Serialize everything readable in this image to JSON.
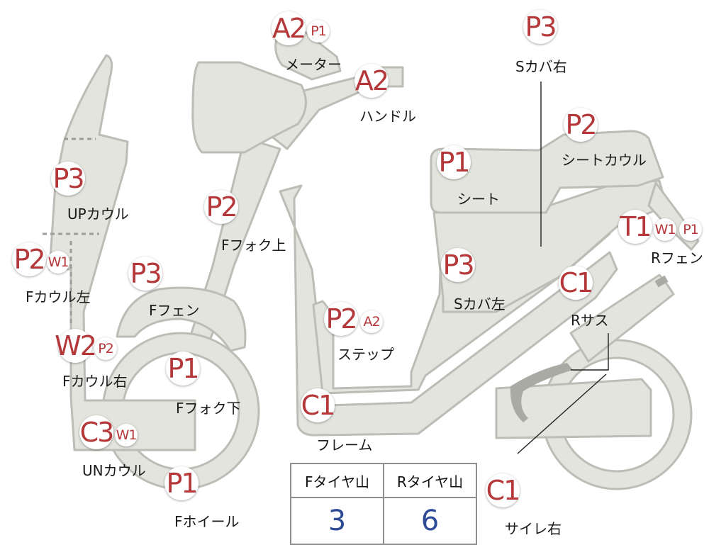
{
  "parts": {
    "meter": {
      "label": "メーター",
      "codes": [
        "A2",
        "P1"
      ]
    },
    "handle": {
      "label": "ハンドル",
      "codes": [
        "A2"
      ]
    },
    "s_cover_right": {
      "label": "Sカバ右",
      "codes": [
        "P3"
      ]
    },
    "seat_cowl": {
      "label": "シートカウル",
      "codes": [
        "P2"
      ]
    },
    "seat": {
      "label": "シート",
      "codes": [
        "P1"
      ]
    },
    "r_fender": {
      "label": "Rフェン",
      "codes": [
        "T1",
        "W1",
        "P1"
      ]
    },
    "up_cowl": {
      "label": "UPカウル",
      "codes": [
        "P3"
      ]
    },
    "f_cowl_left": {
      "label": "Fカウル左",
      "codes": [
        "P2",
        "W1"
      ]
    },
    "f_fork_upper": {
      "label": "Fフォク上",
      "codes": [
        "P2"
      ]
    },
    "f_fender": {
      "label": "Fフェン",
      "codes": [
        "P3"
      ]
    },
    "s_cover_left": {
      "label": "Sカバ左",
      "codes": [
        "P3"
      ]
    },
    "r_suspension": {
      "label": "Rサス",
      "codes": [
        "C1"
      ]
    },
    "step": {
      "label": "ステップ",
      "codes": [
        "P2",
        "A2"
      ]
    },
    "f_cowl_right": {
      "label": "Fカウル右",
      "codes": [
        "W2",
        "P2"
      ]
    },
    "f_fork_lower": {
      "label": "Fフォク下",
      "codes": [
        "P1"
      ]
    },
    "frame": {
      "label": "フレーム",
      "codes": [
        "C1"
      ]
    },
    "un_cowl": {
      "label": "UNカウル",
      "codes": [
        "C3",
        "W1"
      ]
    },
    "f_wheel": {
      "label": "Fホイール",
      "codes": [
        "P1"
      ]
    },
    "muffler_right": {
      "label": "サイレ右",
      "codes": [
        "C1"
      ]
    }
  },
  "tire_table": {
    "headers": [
      "Fタイヤ山",
      "Rタイヤ山"
    ],
    "values": [
      "3",
      "6"
    ]
  }
}
